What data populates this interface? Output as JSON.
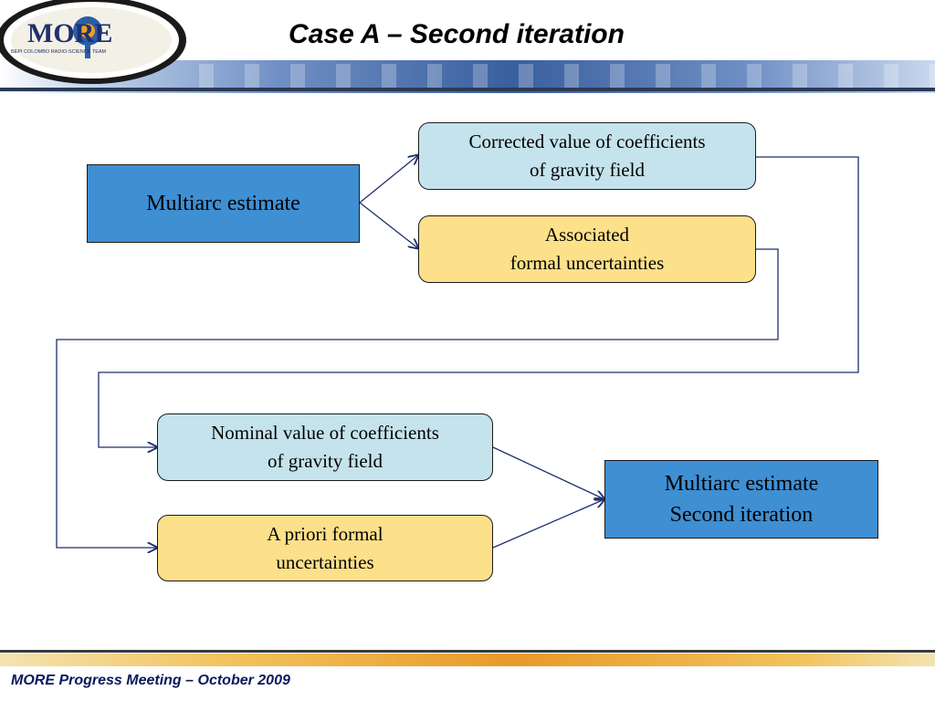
{
  "header": {
    "title": "Case A – Second iteration",
    "logo_text": "MORE",
    "logo_subtext": "BEPI COLOMBO RADIO-SCIENCE TEAM"
  },
  "diagram": {
    "nodes": {
      "multiarc_estimate": "Multiarc estimate",
      "corrected_value": "Corrected value of coefficients\nof gravity field",
      "associated_uncertainties": "Associated\nformal uncertainties",
      "nominal_value": "Nominal value of coefficients\nof gravity field",
      "apriori_uncertainties": "A priori formal\nuncertainties",
      "multiarc_second": "Multiarc estimate\nSecond iteration"
    }
  },
  "footer": {
    "text": "MORE Progress Meeting – October 2009"
  },
  "colors": {
    "blue_box": "#3f8fd3",
    "teal_box": "#c5e3ec",
    "yellow_box": "#fde08a",
    "connector": "#1f2f6e"
  }
}
